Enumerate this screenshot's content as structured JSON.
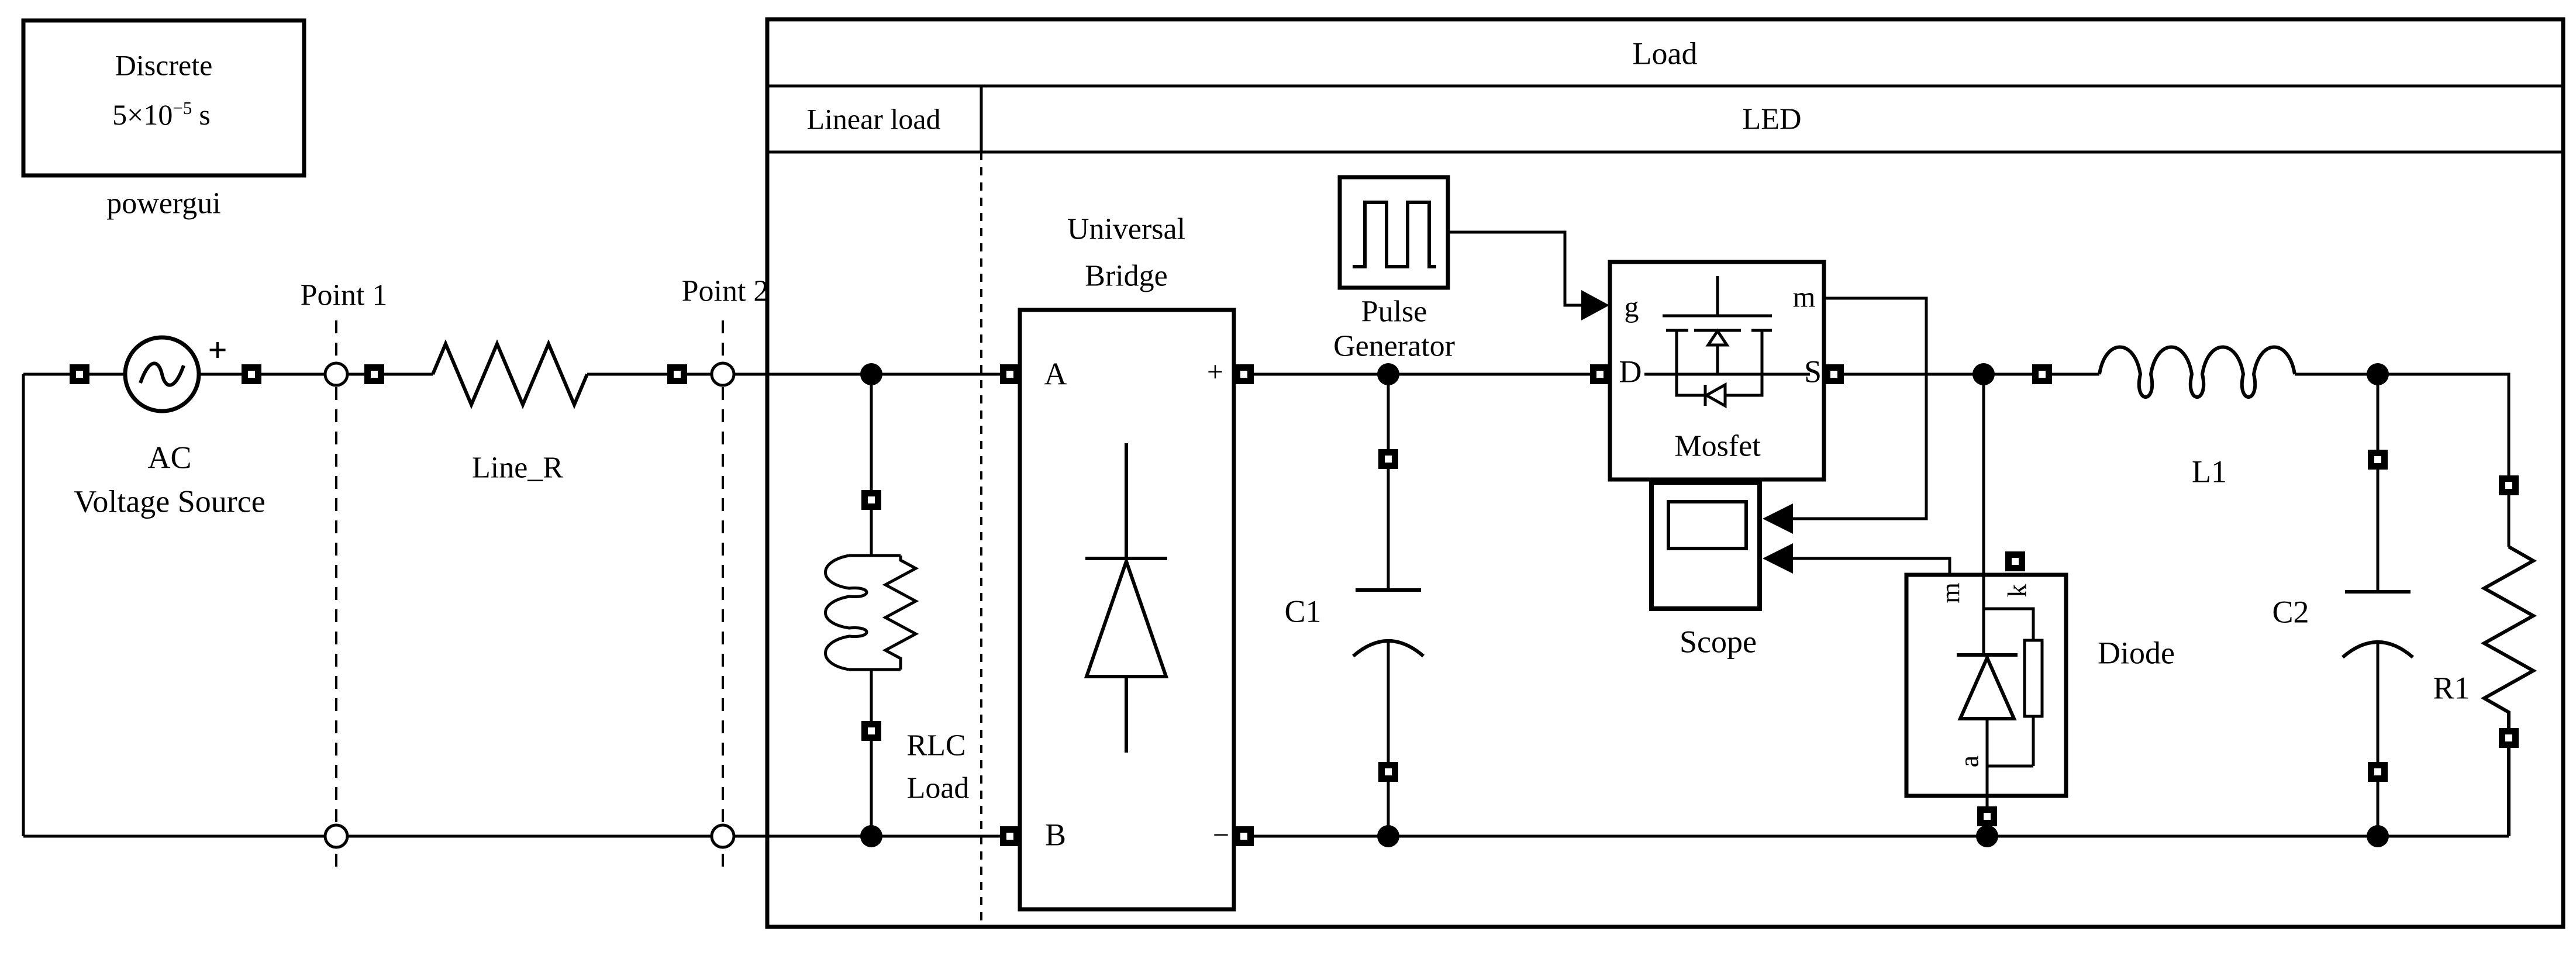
{
  "colors": {
    "ink": "#000000",
    "background": "#ffffff"
  },
  "powergui": {
    "line1": "Discrete",
    "sample_base": "5×10",
    "sample_exp": "−5",
    "sample_unit": "s",
    "label": "powergui"
  },
  "source": {
    "label_line1": "AC",
    "label_line2": "Voltage Source",
    "polarity": "+"
  },
  "measure_points": {
    "point1": "Point 1",
    "point2": "Point 2"
  },
  "line_r": {
    "label": "Line_R"
  },
  "load_box": {
    "title": "Load",
    "col_linear": "Linear load",
    "col_led": "LED"
  },
  "rlc": {
    "label_line1": "RLC",
    "label_line2": "Load"
  },
  "bridge": {
    "title_line1": "Universal",
    "title_line2": "Bridge",
    "port_a": "A",
    "port_b": "B",
    "port_plus": "+",
    "port_minus": "−"
  },
  "pulse": {
    "label_line1": "Pulse",
    "label_line2": "Generator"
  },
  "mosfet": {
    "label": "Mosfet",
    "port_g": "g",
    "port_d": "D",
    "port_m": "m",
    "port_s": "S"
  },
  "scope": {
    "label": "Scope"
  },
  "diode": {
    "label": "Diode",
    "port_m": "m",
    "port_k": "k",
    "port_a": "a"
  },
  "c1": {
    "label": "C1"
  },
  "c2": {
    "label": "C2"
  },
  "l1": {
    "label": "L1"
  },
  "r1": {
    "label": "R1"
  }
}
